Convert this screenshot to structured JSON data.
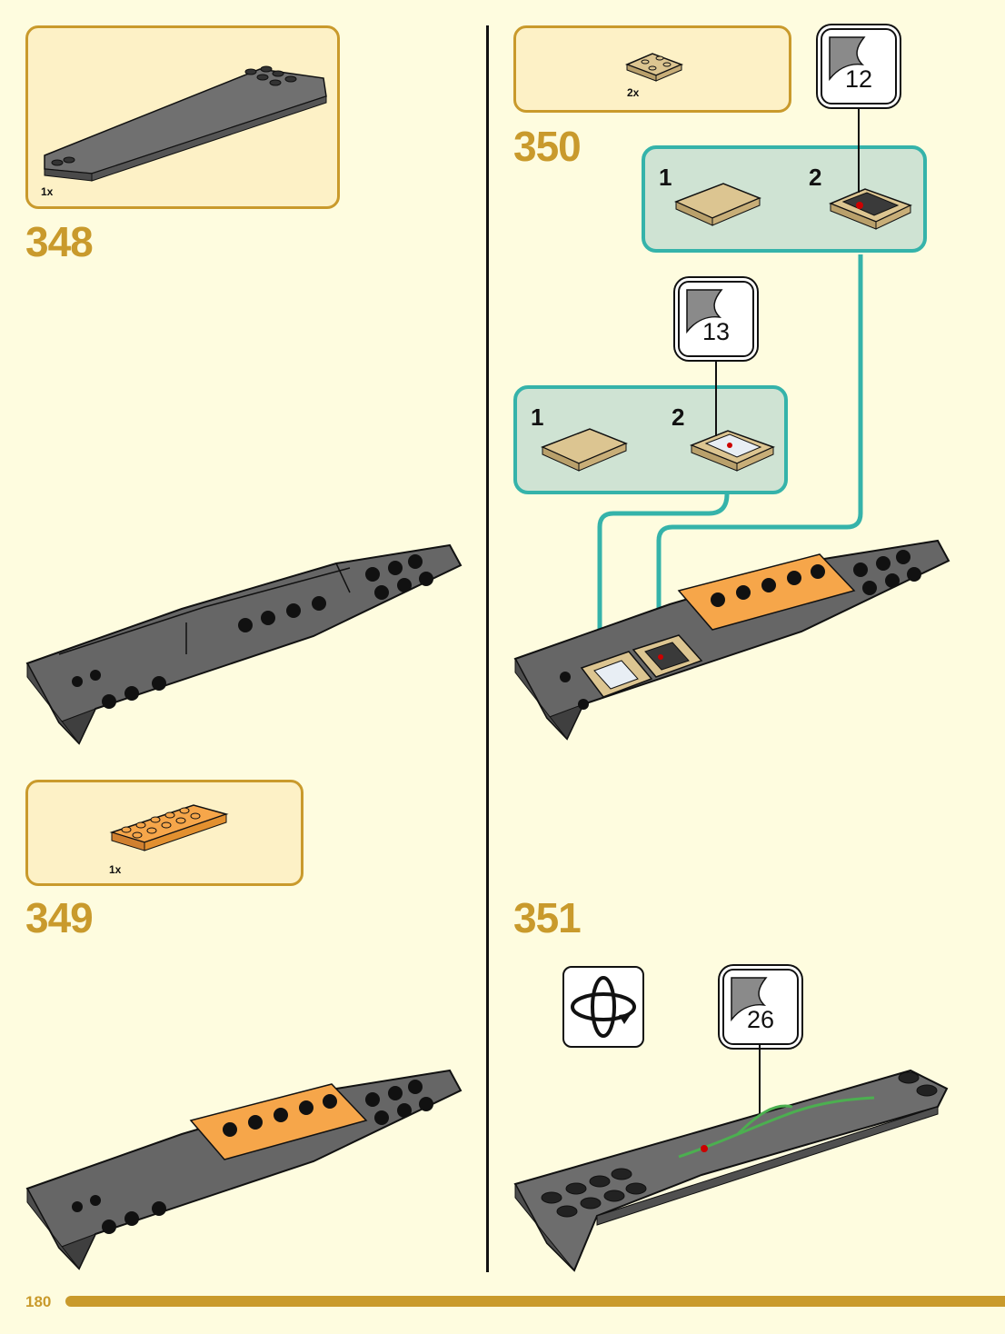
{
  "page_number": "180",
  "steps": [
    {
      "number": "348",
      "parts": [
        {
          "qty": "1x",
          "name": "wedge-plate"
        }
      ]
    },
    {
      "number": "349",
      "parts": [
        {
          "qty": "1x",
          "name": "orange-plate-2x6"
        }
      ]
    },
    {
      "number": "350",
      "parts": [
        {
          "qty": "2x",
          "name": "tan-tile-2x2"
        }
      ],
      "sticker_refs": [
        "12",
        "13"
      ],
      "subassemblies": [
        {
          "labels": [
            "1",
            "2"
          ],
          "sticker": "12"
        },
        {
          "labels": [
            "1",
            "2"
          ],
          "sticker": "13"
        }
      ]
    },
    {
      "number": "351",
      "sticker_refs": [
        "26"
      ],
      "rotate_icon": "rotate-model-icon"
    }
  ],
  "colors": {
    "background": "#fefcdf",
    "accent_gold": "#c99a2c",
    "parts_box": "#fdf1c6",
    "sub_fill": "#cfe3d3",
    "sub_border": "#35b3aa",
    "model_gray": "#6d6d6d",
    "orange": "#f6a64a",
    "tan": "#dcc591"
  }
}
